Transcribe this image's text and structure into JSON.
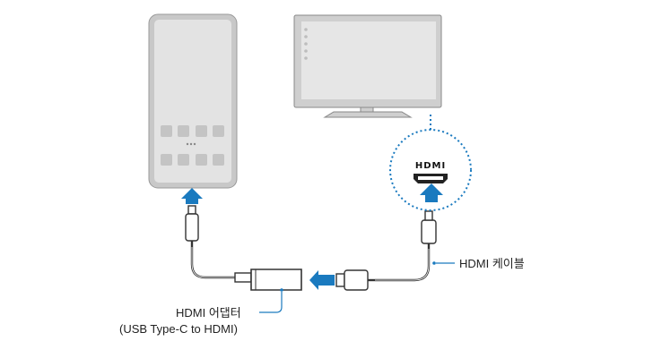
{
  "labels": {
    "adapter_line1": "HDMI 어댑터",
    "adapter_line2": "(USB Type-C to HDMI)",
    "cable": "HDMI 케이블",
    "hdmi_port_logo": "HDMI"
  },
  "colors": {
    "accent_blue": "#1a7abf",
    "dotted_circle": "#1a7abf",
    "phone_body": "#c8c8c8",
    "phone_screen": "#e3e3e3",
    "tv_body": "#cfcfcf",
    "tv_screen": "#e6e6e6",
    "cable": "#333333"
  },
  "phone": {
    "app_icon_rows": 2,
    "app_icons_per_row": 4
  },
  "tv": {
    "sidebar_dots": 5
  }
}
